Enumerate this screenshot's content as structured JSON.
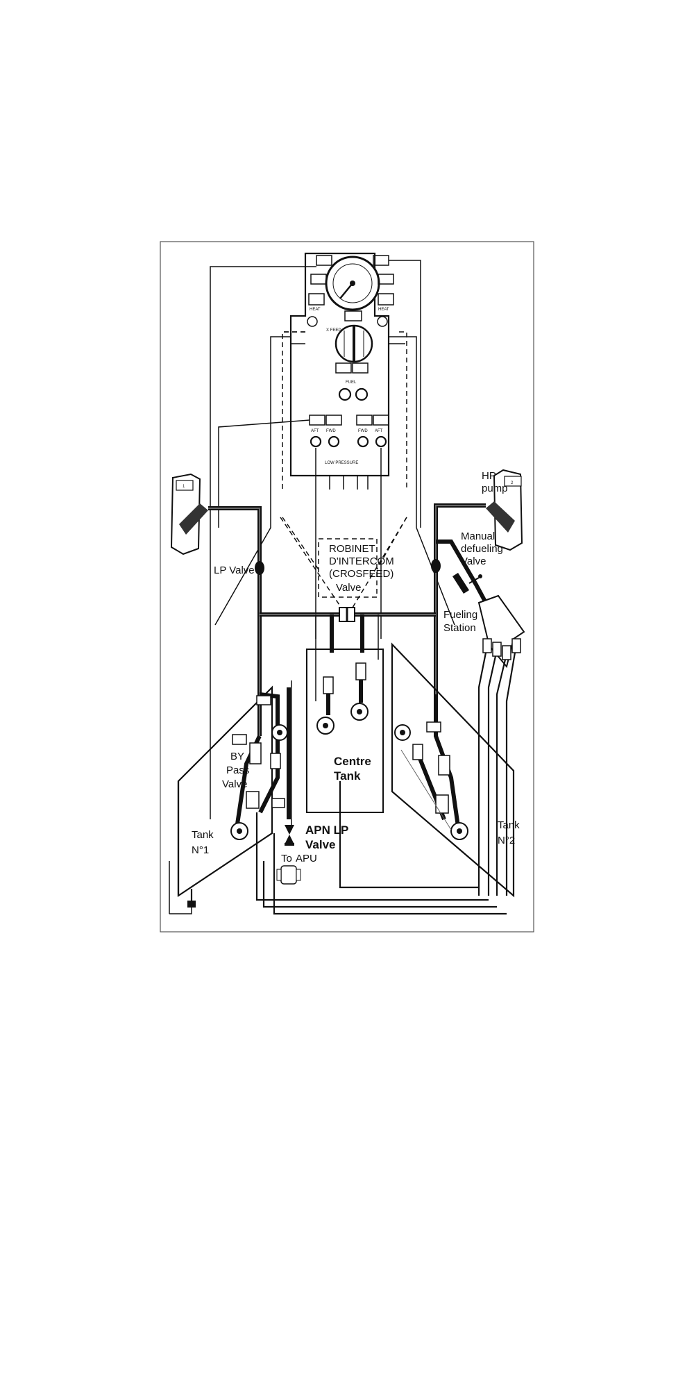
{
  "labels": {
    "lp_valve": "LP Valve",
    "hp_pump_1": "HP",
    "hp_pump_2": "pump",
    "manual_1": "Manual",
    "manual_2": "defueling",
    "manual_3": "Valve",
    "robinet_1": "ROBINET",
    "robinet_2": "D'INTERCOM",
    "robinet_3": "(CROSFEED)",
    "robinet_4": "Valve",
    "fueling_1": "Fueling",
    "fueling_2": "Station",
    "centre_1": "Centre",
    "centre_2": "Tank",
    "bypass_1": "BY",
    "bypass_2": "Pass",
    "bypass_3": "Valve",
    "tank1_1": "Tank",
    "tank1_2": "N°1",
    "tank2_1": "Tank",
    "tank2_2": "N°2",
    "apn_1": "APN LP",
    "apn_2": "Valve",
    "to_apu_1": "To",
    "to_apu_2": "APU",
    "engine_1": "1",
    "engine_2": "2"
  },
  "panel": {
    "heat_left": "HEAT",
    "heat_right": "HEAT",
    "fuel": "FUEL",
    "xfeed": "X FEED",
    "low_pressure": "LOW PRESSURE",
    "aft_fwd_1": "AFT",
    "aft_fwd_2": "FWD",
    "aft_fwd_3": "FWD",
    "aft_fwd_4": "AFT"
  }
}
